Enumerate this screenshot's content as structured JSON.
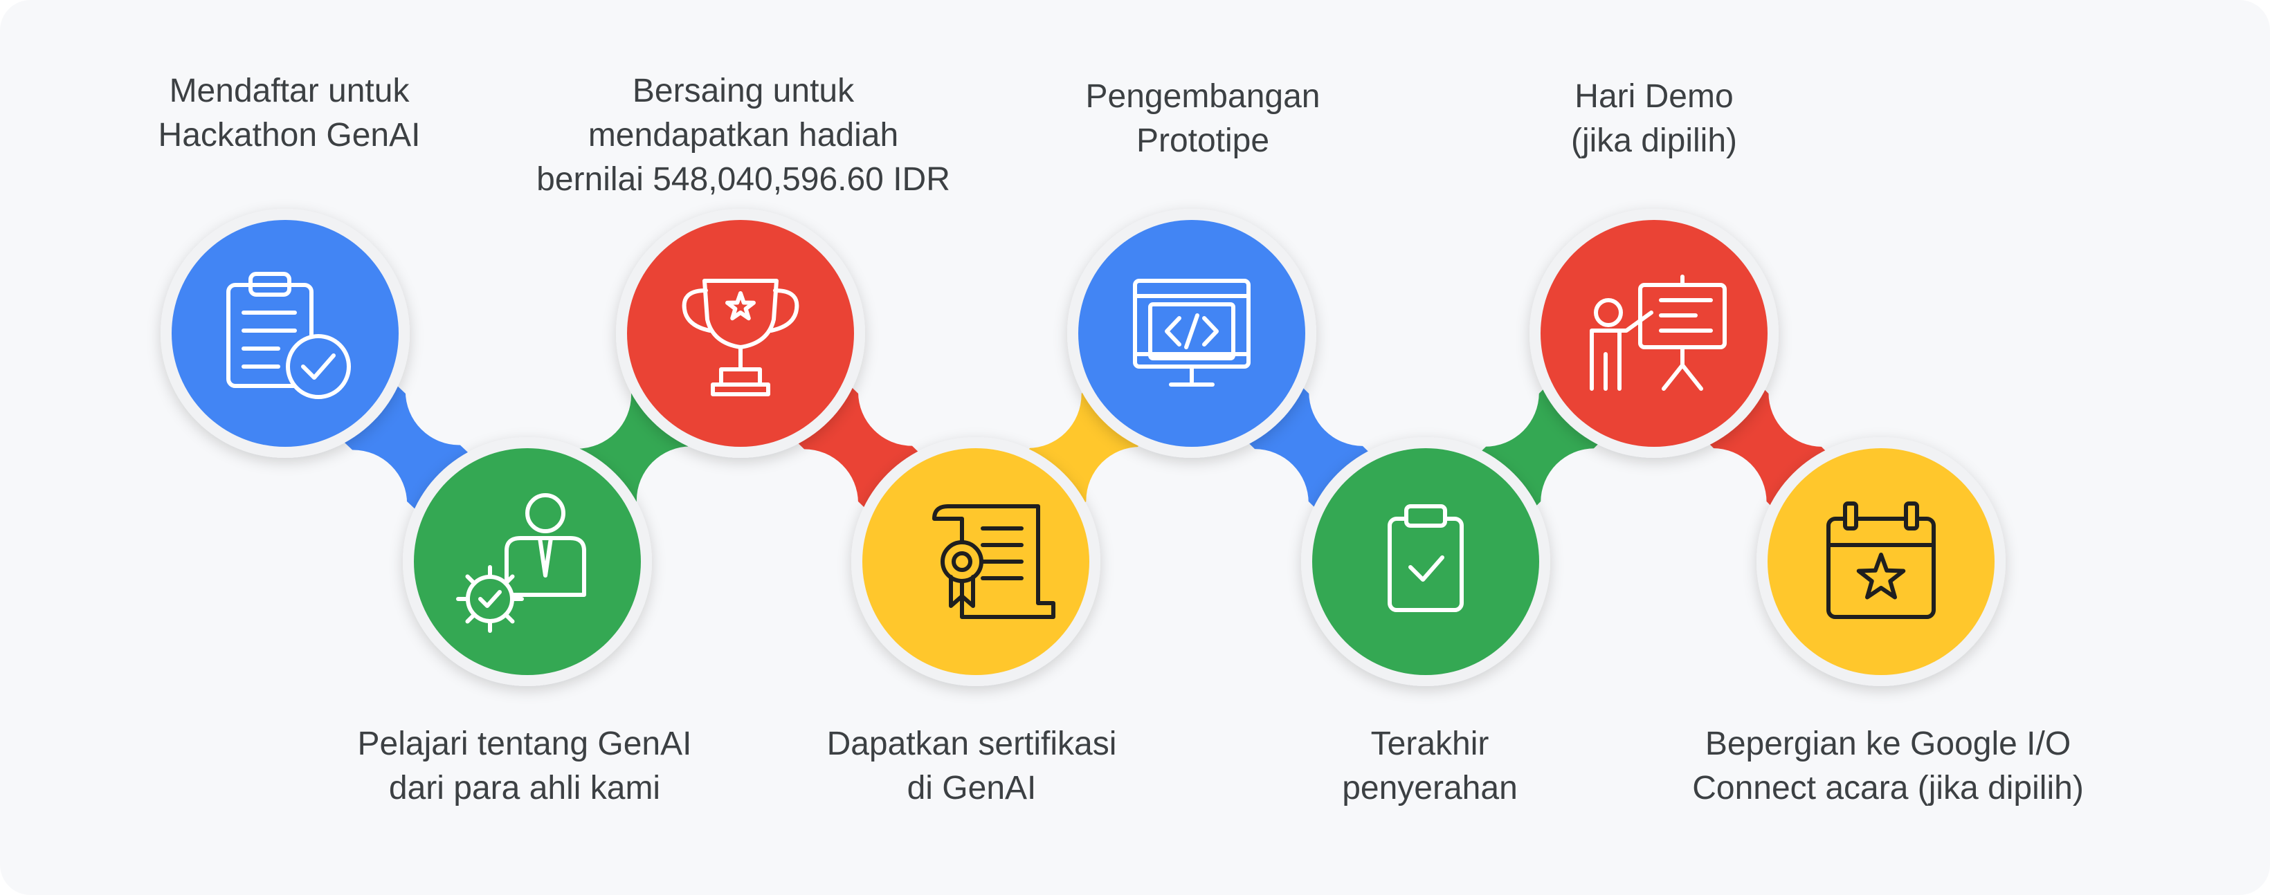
{
  "colors": {
    "blue": "#4285F4",
    "green": "#34A853",
    "red": "#EA4335",
    "yellow": "#FFC72C",
    "background": "#F7F8FA",
    "text": "#3C4043"
  },
  "steps": [
    {
      "lines": [
        "Mendaftar untuk",
        "Hackathon GenAI"
      ],
      "color": "blue",
      "icon": "clipboard-check-icon"
    },
    {
      "lines": [
        "Pelajari tentang GenAI",
        "dari para ahli kami"
      ],
      "color": "green",
      "icon": "expert-gear-icon"
    },
    {
      "lines": [
        "Bersaing untuk",
        "mendapatkan hadiah",
        "bernilai 548,040,596.60 IDR"
      ],
      "color": "red",
      "icon": "trophy-icon"
    },
    {
      "lines": [
        "Dapatkan sertifikasi",
        "di GenAI"
      ],
      "color": "yellow",
      "icon": "certificate-icon"
    },
    {
      "lines": [
        "Pengembangan",
        "Prototipe"
      ],
      "color": "blue",
      "icon": "code-monitor-icon"
    },
    {
      "lines": [
        "Terakhir",
        "penyerahan"
      ],
      "color": "green",
      "icon": "submission-clipboard-icon"
    },
    {
      "lines": [
        "Hari Demo",
        "(jika dipilih)"
      ],
      "color": "red",
      "icon": "presenter-icon"
    },
    {
      "lines": [
        "Bepergian ke Google I/O",
        "Connect acara (jika dipilih)"
      ],
      "color": "yellow",
      "icon": "calendar-star-icon"
    }
  ]
}
